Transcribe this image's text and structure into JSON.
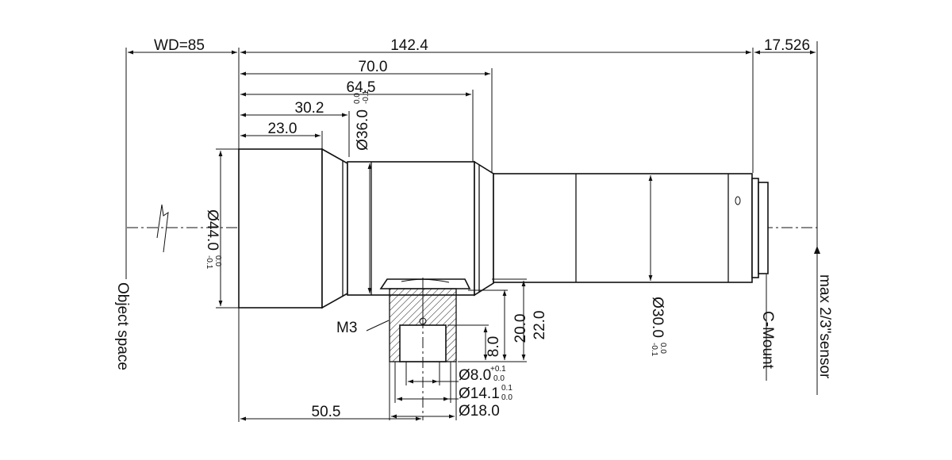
{
  "dimensions": {
    "wd": "WD=85",
    "total_length": "142.4",
    "sensor_gap": "17.526",
    "d70": "70.0",
    "d64": "64.5",
    "d30": "30.2",
    "d23": "23.0",
    "d50": "50.5",
    "d22": "22.0",
    "d20": "20.0",
    "d8": "8.0"
  },
  "diameters": {
    "d36": {
      "value": "Ø36.0",
      "tol_upper": "0.0",
      "tol_lower": "-0.1"
    },
    "d44": {
      "value": "Ø44.0",
      "tol_upper": "0.0",
      "tol_lower": "-0.1"
    },
    "d30": {
      "value": "Ø30.0",
      "tol_upper": "0.0",
      "tol_lower": "-0.1"
    },
    "d8": {
      "value": "Ø8.0",
      "tol_upper": "+0.1",
      "tol_lower": "0.0"
    },
    "d14": {
      "value": "Ø14.1",
      "tol_upper": "0.1",
      "tol_lower": "0.0"
    },
    "d18": {
      "value": "Ø18.0"
    }
  },
  "labels": {
    "thread": "M3",
    "object_space": "Object space",
    "mount": "C-Mount",
    "sensor": "max 2/3\"sensor"
  }
}
